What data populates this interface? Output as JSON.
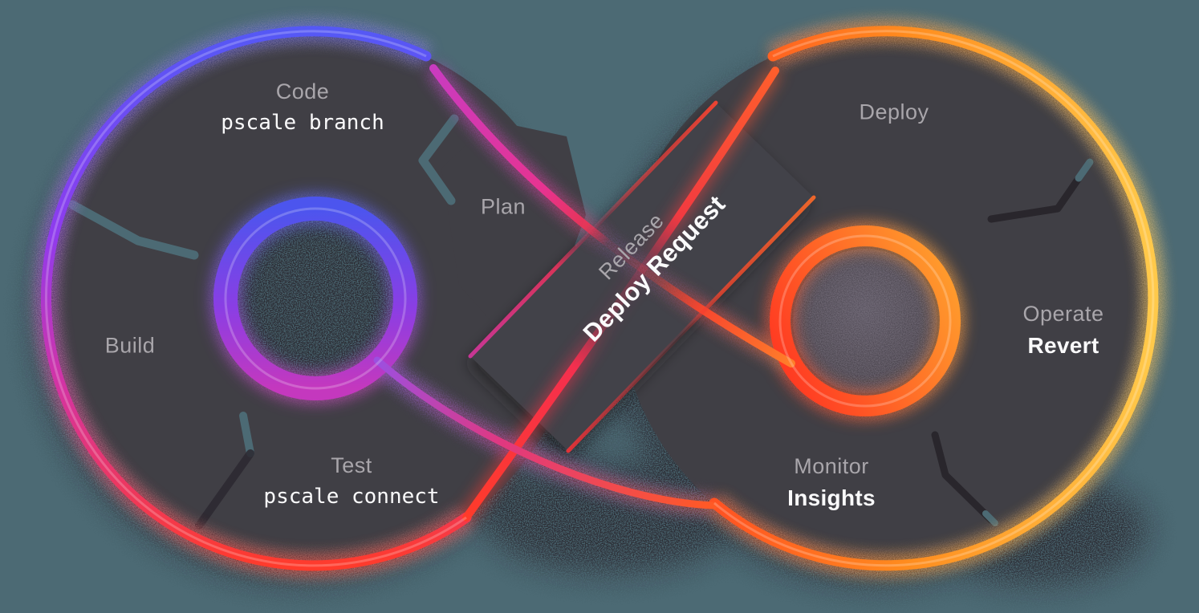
{
  "diagram": {
    "name": "DevOps infinity loop",
    "background_color": "#4C6A74",
    "loop_fill": "#403F45",
    "label_color": "#A9A6AB",
    "highlight_color": "#FAFAFB",
    "left_loop_gradient": [
      "#5558F5",
      "#8F3BEE",
      "#D333A4",
      "#FF3B2C"
    ],
    "right_loop_gradient": [
      "#FF4F22",
      "#FF8C1E",
      "#FFC94A"
    ],
    "stages": {
      "code": {
        "label": "Code",
        "command": "pscale branch"
      },
      "plan": {
        "label": "Plan"
      },
      "build": {
        "label": "Build"
      },
      "test": {
        "label": "Test",
        "command": "pscale connect"
      },
      "release": {
        "label": "Release",
        "feature": "Deploy Request"
      },
      "deploy": {
        "label": "Deploy"
      },
      "operate": {
        "label": "Operate",
        "feature": "Revert"
      },
      "monitor": {
        "label": "Monitor",
        "feature": "Insights"
      }
    }
  }
}
